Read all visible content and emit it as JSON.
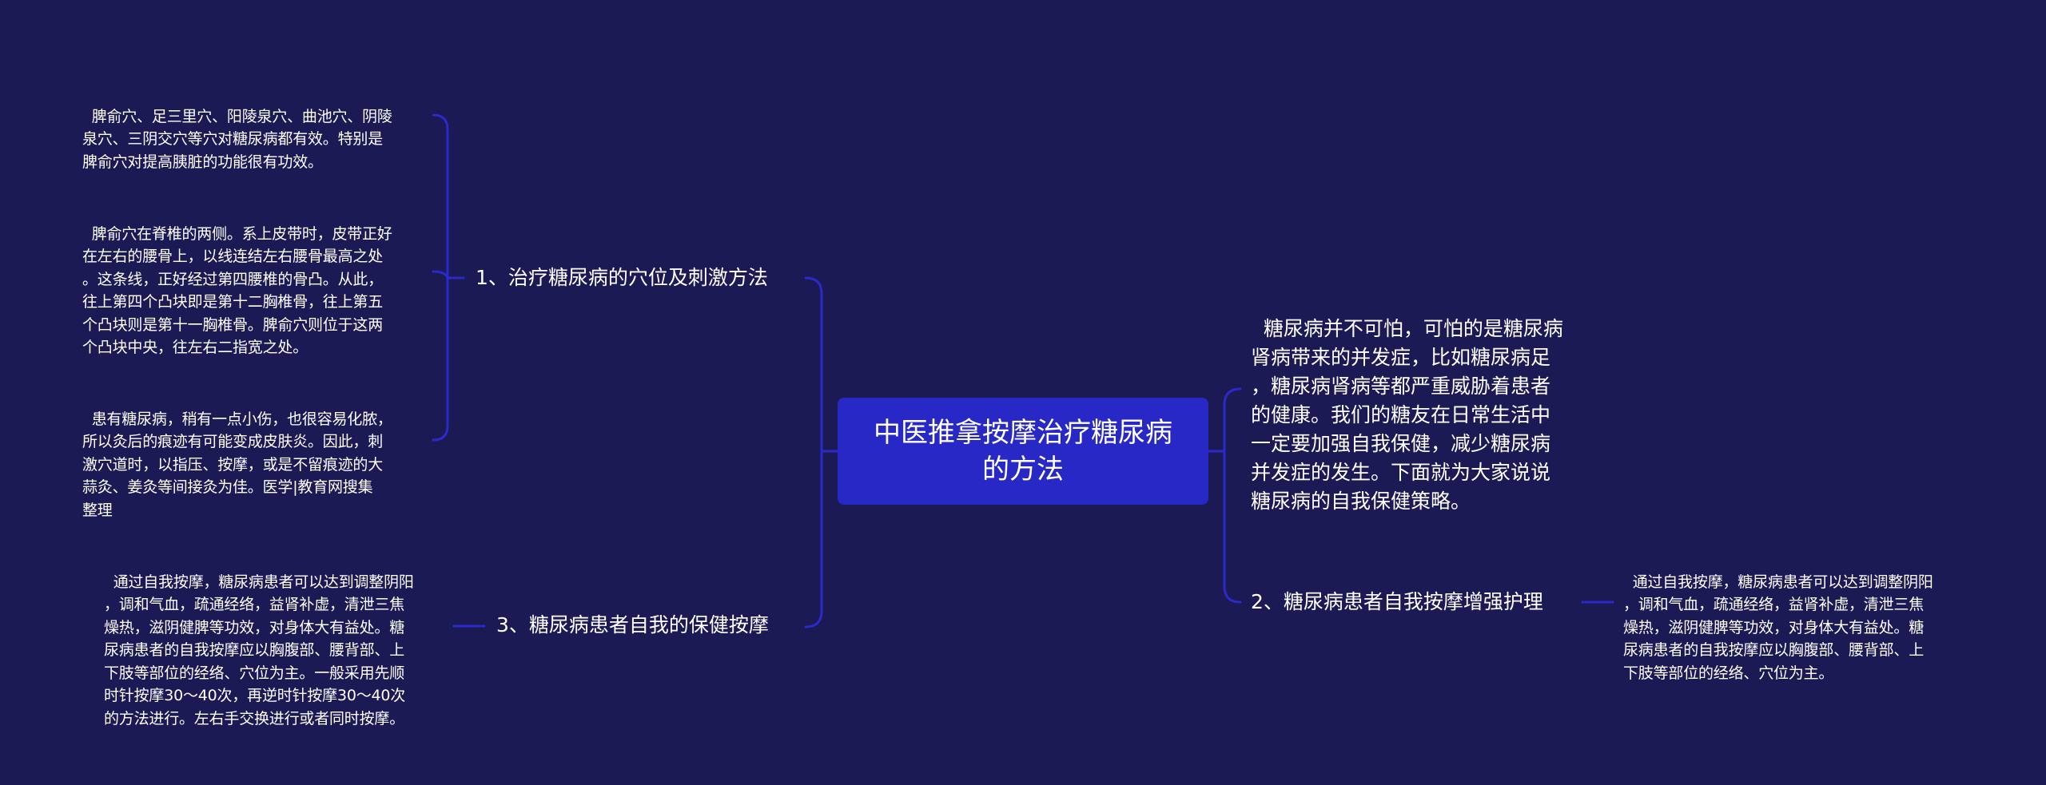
{
  "colors": {
    "background": "#1b1a54",
    "root_fill": "#2828c6",
    "connector": "#2a2ac8",
    "text": "#ffffff"
  },
  "root": {
    "label": "中医推拿按摩治疗糖尿病\n的方法"
  },
  "intro": {
    "text": "糖尿病并不可怕，可怕的是糖尿病\n肾病带来的并发症，比如糖尿病足\n，糖尿病肾病等都严重威胁着患者\n的健康。我们的糖友在日常生活中\n一定要加强自我保健，减少糖尿病\n并发症的发生。下面就为大家说说\n糖尿病的自我保健策略。"
  },
  "branches": [
    {
      "label": "1、治疗糖尿病的穴位及刺激方法",
      "children": [
        {
          "text": "脾俞穴、足三里穴、阳陵泉穴、曲池穴、阴陵\n泉穴、三阴交穴等穴对糖尿病都有效。特别是\n脾俞穴对提高胰脏的功能很有功效。"
        },
        {
          "text": "脾俞穴在脊椎的两侧。系上皮带时，皮带正好\n在左右的腰骨上，以线连结左右腰骨最高之处\n。这条线，正好经过第四腰椎的骨凸。从此，\n往上第四个凸块即是第十二胸椎骨，往上第五\n个凸块则是第十一胸椎骨。脾俞穴则位于这两\n个凸块中央，往左右二指宽之处。"
        },
        {
          "text": "患有糖尿病，稍有一点小伤，也很容易化脓，\n所以灸后的痕迹有可能变成皮肤炎。因此，刺\n激穴道时，以指压、按摩，或是不留痕迹的大\n蒜灸、姜灸等间接灸为佳。医学|教育网搜集\n整理"
        }
      ]
    },
    {
      "label": "2、糖尿病患者自我按摩增强护理",
      "children": [
        {
          "text": "通过自我按摩，糖尿病患者可以达到调整阴阳\n，调和气血，疏通经络，益肾补虚，清泄三焦\n燥热，滋阴健脾等功效，对身体大有益处。糖\n尿病患者的自我按摩应以胸腹部、腰背部、上\n下肢等部位的经络、穴位为主。"
        }
      ]
    },
    {
      "label": "3、糖尿病患者自我的保健按摩",
      "children": [
        {
          "text": "通过自我按摩，糖尿病患者可以达到调整阴阳\n，调和气血，疏通经络，益肾补虚，清泄三焦\n燥热，滋阴健脾等功效，对身体大有益处。糖\n尿病患者的自我按摩应以胸腹部、腰背部、上\n下肢等部位的经络、穴位为主。一般采用先顺\n时针按摩30～40次，再逆时针按摩30～40次\n的方法进行。左右手交换进行或者同时按摩。"
        }
      ]
    }
  ]
}
